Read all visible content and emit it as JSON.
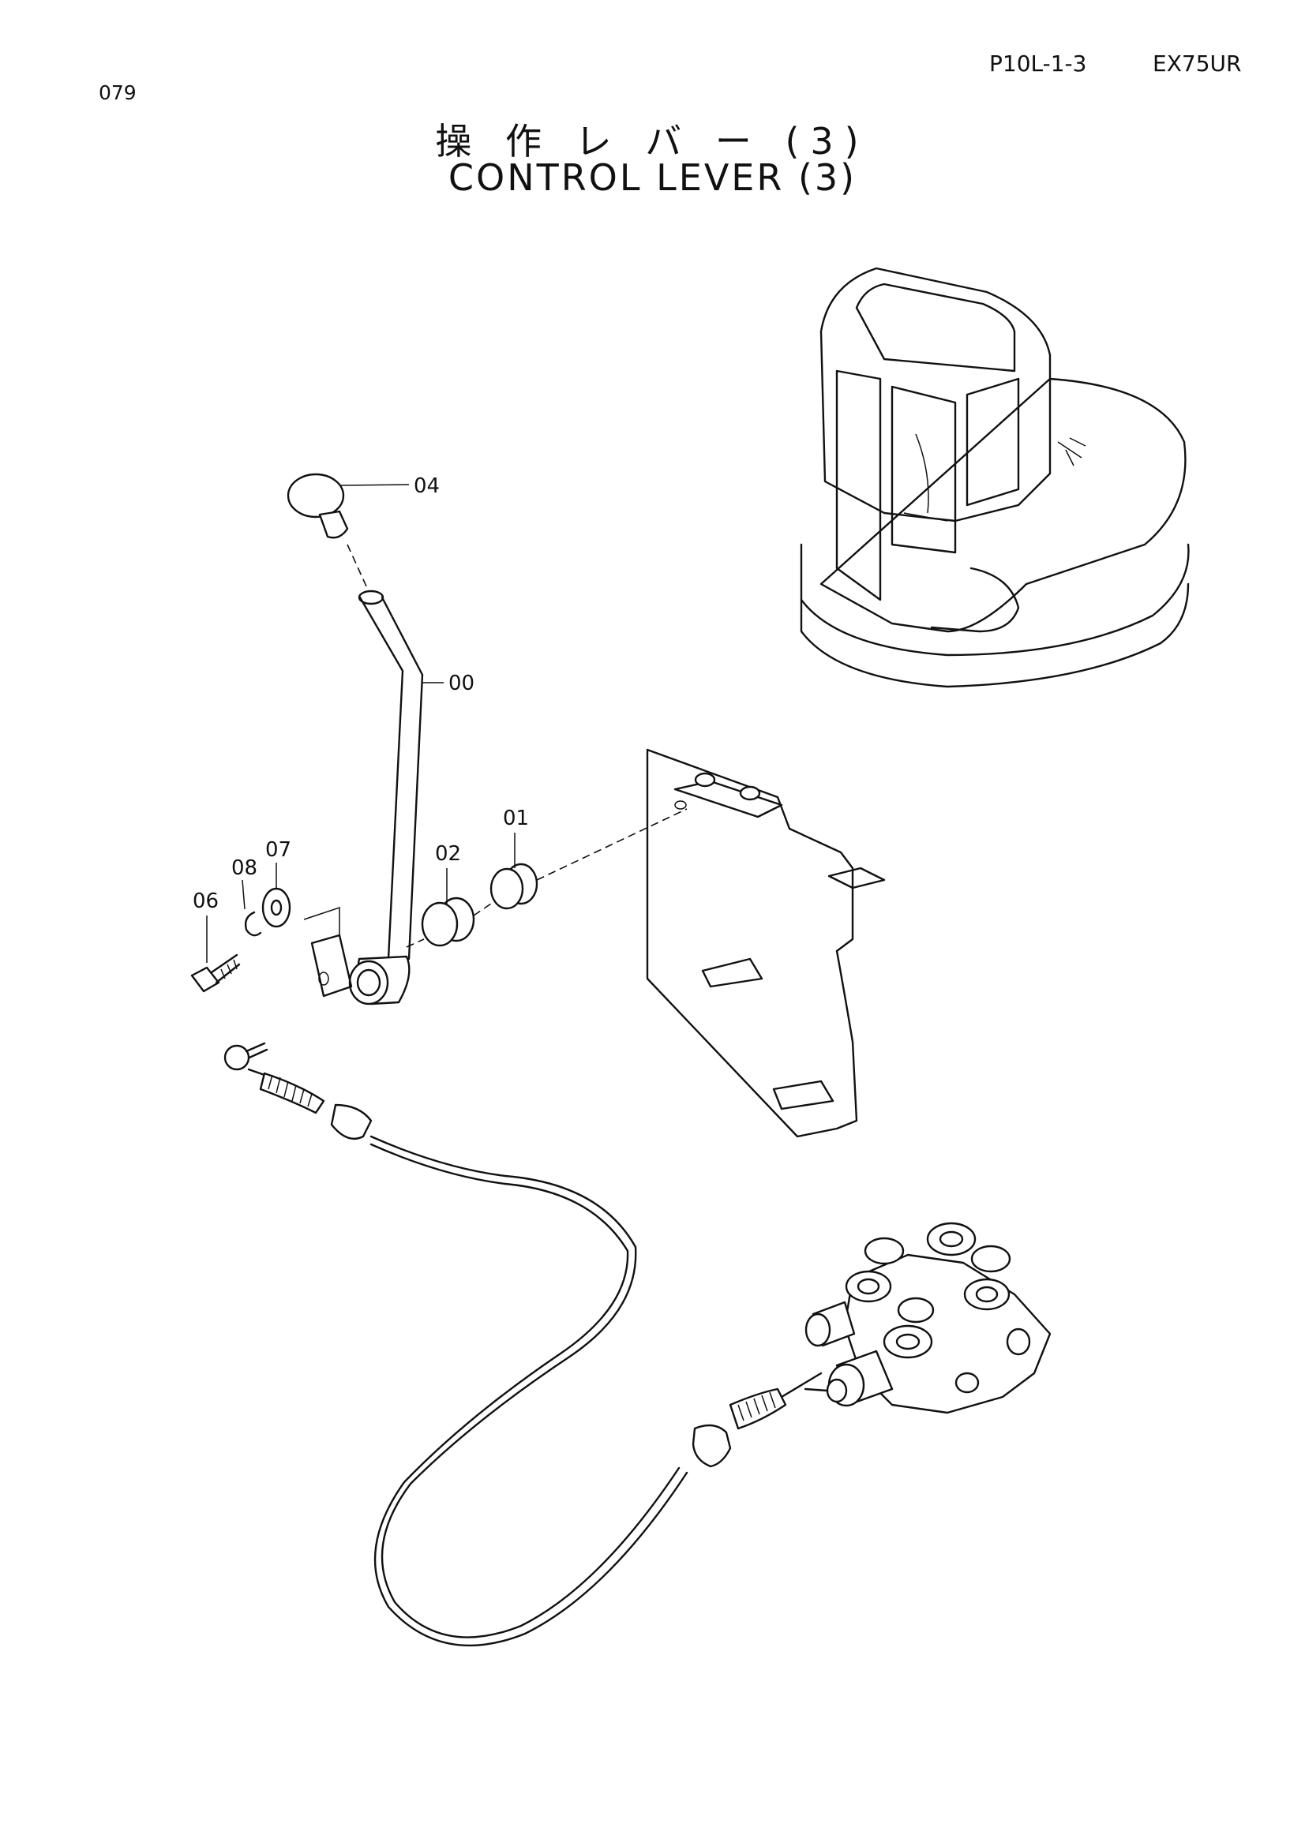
{
  "header": {
    "page_number": "079",
    "document_code": "P10L-1-3",
    "model": "EX75UR"
  },
  "title": {
    "japanese": "操 作 レ バ ー (3)",
    "english": "CONTROL LEVER (3)"
  },
  "callouts": [
    {
      "id": "04",
      "label": "04"
    },
    {
      "id": "00",
      "label": "00"
    },
    {
      "id": "01",
      "label": "01"
    },
    {
      "id": "02",
      "label": "02"
    },
    {
      "id": "07",
      "label": "07"
    },
    {
      "id": "08",
      "label": "08"
    },
    {
      "id": "06",
      "label": "06"
    }
  ]
}
